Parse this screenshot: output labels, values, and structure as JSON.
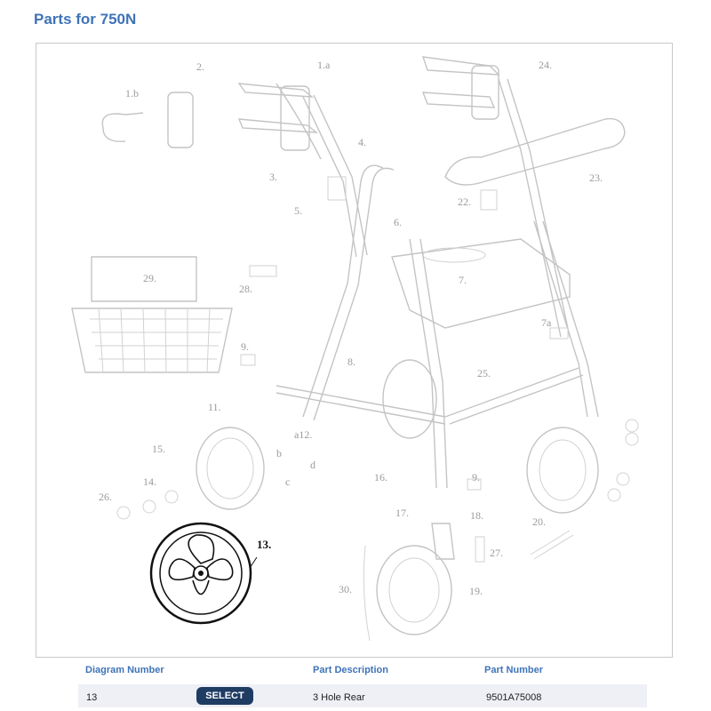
{
  "page": {
    "title": "Parts for 750N"
  },
  "diagram": {
    "callouts": [
      {
        "id": "c-2",
        "text": "2."
      },
      {
        "id": "c-1a",
        "text": "1.a"
      },
      {
        "id": "c-24",
        "text": "24."
      },
      {
        "id": "c-1b",
        "text": "1.b"
      },
      {
        "id": "c-4",
        "text": "4."
      },
      {
        "id": "c-3",
        "text": "3."
      },
      {
        "id": "c-23",
        "text": "23."
      },
      {
        "id": "c-22",
        "text": "22."
      },
      {
        "id": "c-5",
        "text": "5."
      },
      {
        "id": "c-6",
        "text": "6."
      },
      {
        "id": "c-29",
        "text": "29."
      },
      {
        "id": "c-7",
        "text": "7."
      },
      {
        "id": "c-28",
        "text": "28."
      },
      {
        "id": "c-7a",
        "text": "7a"
      },
      {
        "id": "c-9a",
        "text": "9."
      },
      {
        "id": "c-8",
        "text": "8."
      },
      {
        "id": "c-25",
        "text": "25."
      },
      {
        "id": "c-11",
        "text": "11."
      },
      {
        "id": "c-a12",
        "text": "a12."
      },
      {
        "id": "c-15",
        "text": "15."
      },
      {
        "id": "c-b",
        "text": "b"
      },
      {
        "id": "c-d",
        "text": "d"
      },
      {
        "id": "c-c",
        "text": "c"
      },
      {
        "id": "c-16",
        "text": "16."
      },
      {
        "id": "c-9b",
        "text": "9."
      },
      {
        "id": "c-14",
        "text": "14."
      },
      {
        "id": "c-26",
        "text": "26."
      },
      {
        "id": "c-17",
        "text": "17."
      },
      {
        "id": "c-18",
        "text": "18."
      },
      {
        "id": "c-20",
        "text": "20."
      },
      {
        "id": "c-13",
        "text": "13."
      },
      {
        "id": "c-27",
        "text": "27."
      },
      {
        "id": "c-30",
        "text": "30."
      },
      {
        "id": "c-19",
        "text": "19."
      }
    ],
    "highlighted_part": "13."
  },
  "table": {
    "headers": {
      "diagram_number": "Diagram Number",
      "part_description": "Part Description",
      "part_number": "Part Number"
    },
    "rows": [
      {
        "diagram_number": "13",
        "action": "SELECT",
        "part_description": "3 Hole Rear",
        "part_number": "9501A75008"
      }
    ]
  },
  "colors": {
    "title": "#3f73b8",
    "header": "#3f73b8",
    "button": "#1f3c63",
    "row_bg": "#eef0f6"
  }
}
